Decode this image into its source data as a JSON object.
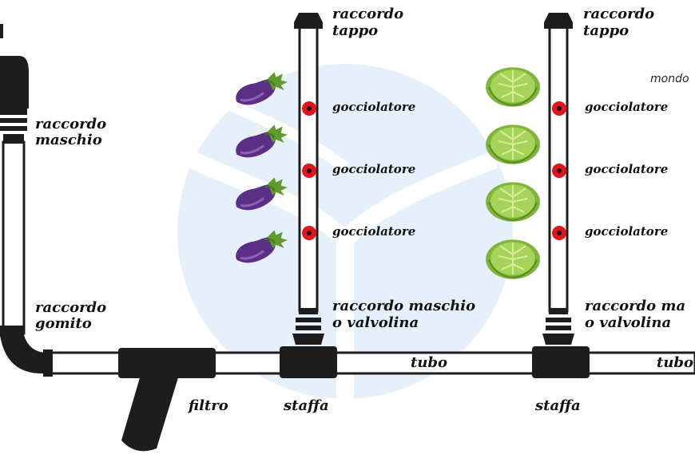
{
  "labels": {
    "raccordo_maschio": "raccordo\nmaschio",
    "raccordo_gomito": "raccordo\ngomito",
    "filtro": "filtro",
    "staffa": "staffa",
    "tubo": "tubo",
    "raccordo_tappo": "raccordo\ntappo",
    "gocciolatore": "gocciolatore",
    "raccordo_valvolina_1": "raccordo maschio\no valvolina",
    "raccordo_valvolina_2": "raccordo ma\no valvolina",
    "brand": "mondo"
  },
  "colors": {
    "fitting": "#1d1d1d",
    "dripper": "#e3141b",
    "watermark": "#e6f0fa",
    "eggplant": "#5b2f86",
    "leaf": "#5f9a2c",
    "lettuce": "#9ccc4a"
  },
  "icons": {
    "eggplant": "eggplant-icon",
    "lettuce": "lettuce-icon",
    "dripper": "dripper-icon"
  }
}
